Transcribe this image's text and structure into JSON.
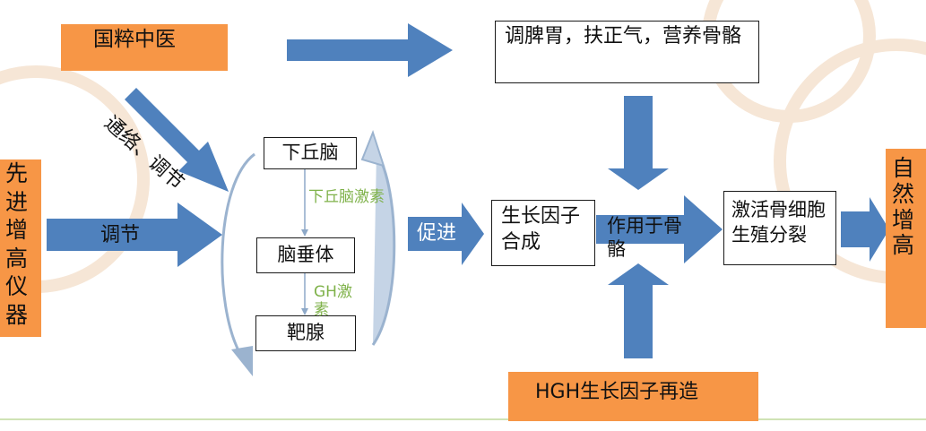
{
  "colors": {
    "orange": "#f79646",
    "blue_arrow": "#4f81bd",
    "green_text": "#7fb24a",
    "watermark": "#f6e6d6"
  },
  "nodes": {
    "tcm": "国粹中医",
    "spleen": "调脾胃，扶正气，营养骨骼",
    "advanced": "先进增高仪器",
    "hypothalamus": "下丘脑",
    "pituitary": "脑垂体",
    "target": "靶腺",
    "growth_factor": "生长因子合成",
    "activate": "激活骨细胞生殖分裂",
    "hgh": "HGH生长因子再造",
    "natural": "自然增高"
  },
  "labels": {
    "tongluo": "通络、调节",
    "regulate": "调节",
    "promote": "促进",
    "act_on_bone": "作用于骨骼",
    "hypothalamic_hormone": "下丘脑激素",
    "gh_hormone": "GH激素"
  }
}
